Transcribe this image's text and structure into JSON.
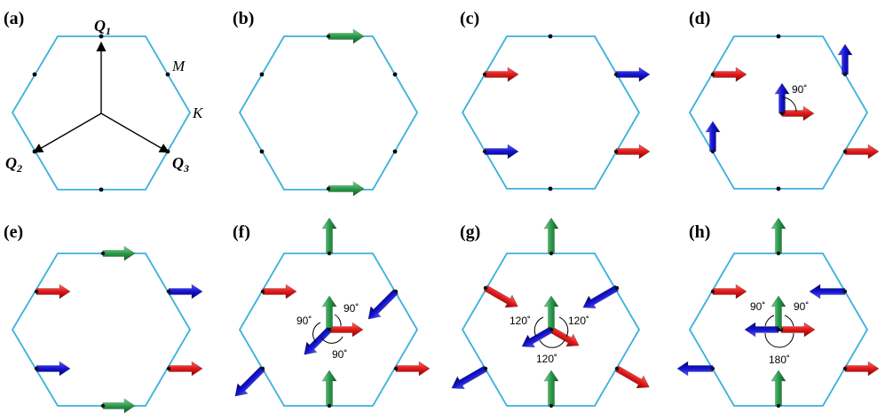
{
  "colors": {
    "hexagon": "#3bb0dc",
    "red": "#e02020",
    "blue": "#1010c8",
    "green": "#2a9a4a"
  },
  "panels": {
    "a": {
      "label": "(a)",
      "q1": "Q",
      "q1_sub": "1",
      "q2": "Q",
      "q2_sub": "2",
      "q3": "Q",
      "q3_sub": "3",
      "m": "M",
      "k": "K"
    },
    "b": {
      "label": "(b)"
    },
    "c": {
      "label": "(c)"
    },
    "d": {
      "label": "(d)",
      "angle1": "90˚"
    },
    "e": {
      "label": "(e)"
    },
    "f": {
      "label": "(f)",
      "angle1": "90˚",
      "angle2": "90˚",
      "angle3": "90˚"
    },
    "g": {
      "label": "(g)",
      "angle1": "120˚",
      "angle2": "120˚",
      "angle3": "120˚"
    },
    "h": {
      "label": "(h)",
      "angle1": "90˚",
      "angle2": "90˚",
      "angle3": "180˚"
    }
  }
}
